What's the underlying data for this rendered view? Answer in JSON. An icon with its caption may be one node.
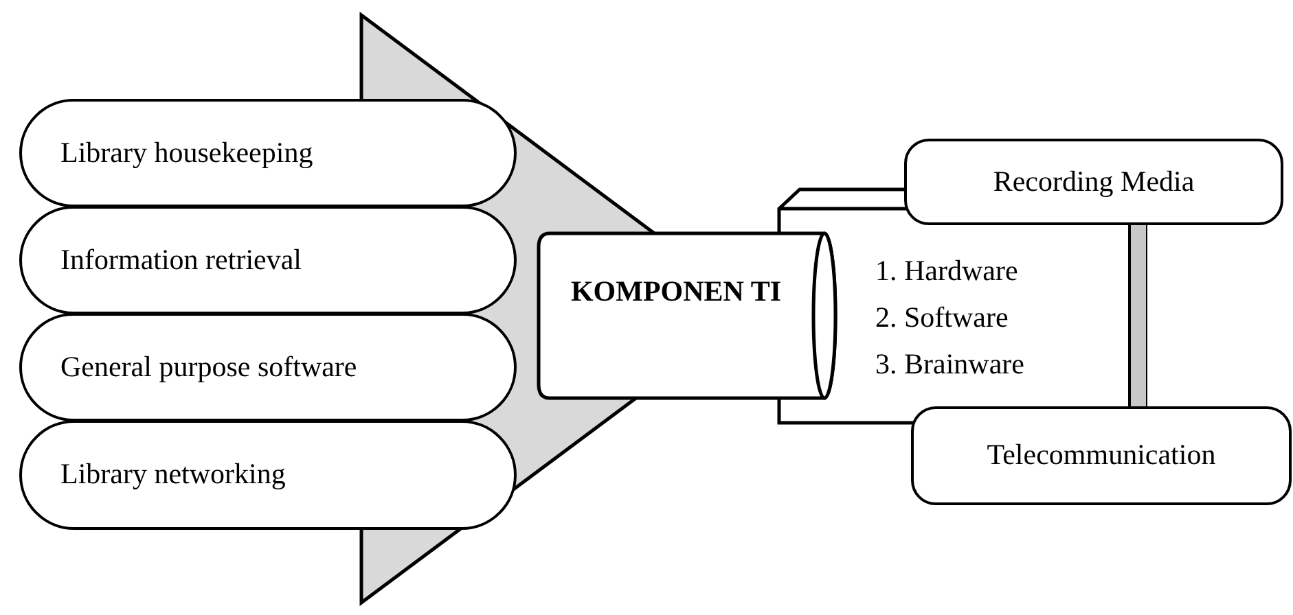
{
  "diagram": {
    "nodes": [
      {
        "text": [
          "Library housekeeping"
        ]
      },
      {
        "text": [
          "Information retrieval"
        ]
      },
      {
        "text": [
          "General purpose software"
        ]
      },
      {
        "text": [
          "Library networking"
        ]
      },
      {
        "text": [
          "KOMPONEN TI"
        ]
      },
      {
        "text": [
          "1. Hardware",
          "2. Software",
          "3. Brainware"
        ]
      },
      {
        "text": [
          "Recording Media"
        ]
      },
      {
        "text": [
          "Telecommunication"
        ]
      },
      {
        "text": [],
        "shape": "arrow"
      }
    ],
    "edges": [
      {
        "from": 6,
        "to": 7,
        "arrow": "none",
        "color": "#c8c8c8"
      }
    ]
  }
}
